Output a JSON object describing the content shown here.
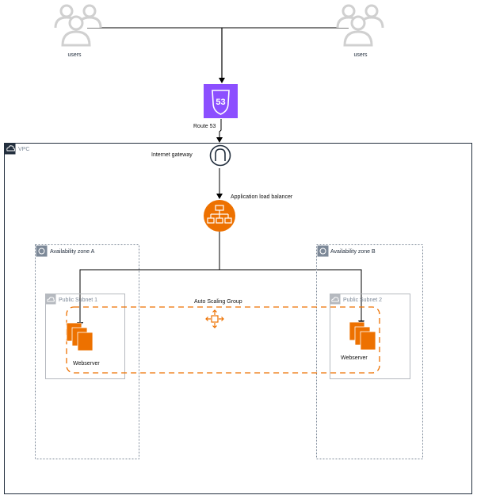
{
  "users_left": {
    "label": "users"
  },
  "users_right": {
    "label": "users"
  },
  "route53": {
    "label": "Route 53",
    "badge": "53"
  },
  "vpc": {
    "label": "VPC"
  },
  "igw": {
    "label": "Internet gateway"
  },
  "alb": {
    "label": "Application load balancer"
  },
  "az_a": {
    "label": "Availability zone A"
  },
  "az_b": {
    "label": "Availability zone B"
  },
  "subnet_1": {
    "label": "Public Subnet 1"
  },
  "subnet_2": {
    "label": "Public Subnet 2"
  },
  "asg": {
    "label": "Auto Scaling Group"
  },
  "webserver_a": {
    "label": "Webserver"
  },
  "webserver_b": {
    "label": "Webserver"
  },
  "colors": {
    "route53": "#8c4fff",
    "compute": "#ed7100",
    "line": "#000000",
    "group_border": "#7d8998",
    "users_icon": "#d0d0d0"
  }
}
